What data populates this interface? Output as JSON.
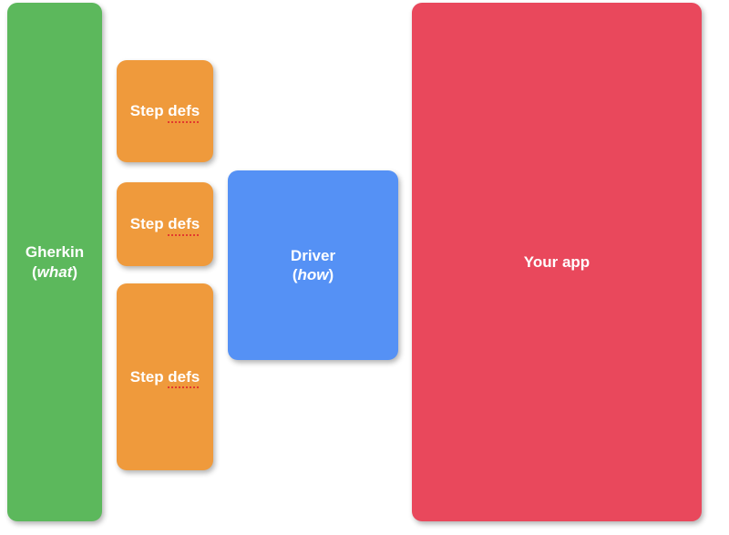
{
  "diagram": {
    "title": "Gherkin / Step defs / Driver / Your app layering diagram",
    "background_color": "#ffffff",
    "nodes": [
      {
        "id": "gherkin",
        "label": "Gherkin",
        "sub_prefix": "(",
        "sub_emphasis": "what",
        "sub_suffix": ")",
        "color": "#5cb85c",
        "misspelled_word": ""
      },
      {
        "id": "step-defs-1",
        "label_prefix": "Step ",
        "label_misspelled": "defs",
        "color": "#ef9a3c"
      },
      {
        "id": "step-defs-2",
        "label_prefix": "Step ",
        "label_misspelled": "defs",
        "color": "#ef9a3c"
      },
      {
        "id": "step-defs-3",
        "label_prefix": "Step ",
        "label_misspelled": "defs",
        "color": "#ef9a3c"
      },
      {
        "id": "driver",
        "label": "Driver",
        "sub_prefix": "(",
        "sub_emphasis": "how",
        "sub_suffix": ")",
        "color": "#5591f5"
      },
      {
        "id": "your-app",
        "label": "Your app",
        "color": "#e9485c"
      }
    ],
    "spellcheck_underline_color": "#e23a2e"
  }
}
